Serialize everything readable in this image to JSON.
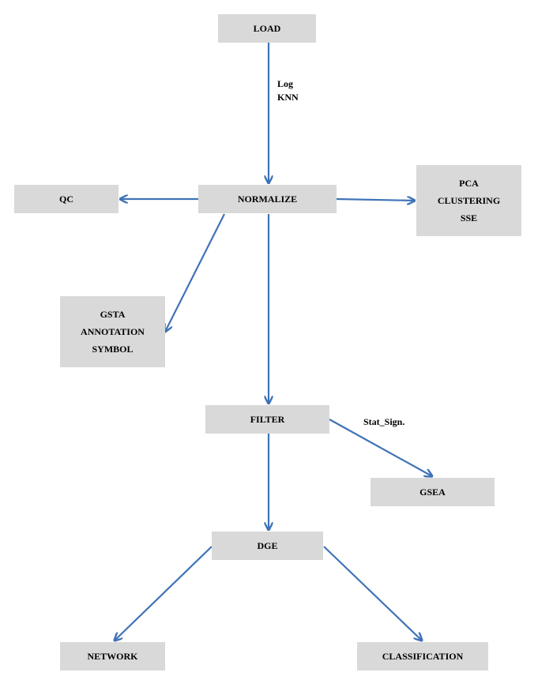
{
  "colors": {
    "box_fill": "#d9d9d9",
    "arrow": "#3f73b8",
    "text": "#000000"
  },
  "nodes": {
    "load": {
      "lines": [
        "LOAD"
      ]
    },
    "qc": {
      "lines": [
        "QC"
      ]
    },
    "normalize": {
      "lines": [
        "NORMALIZE"
      ]
    },
    "pca": {
      "lines": [
        "PCA",
        "CLUSTERING",
        "SSE"
      ]
    },
    "gsta": {
      "lines": [
        "GSTA",
        "ANNOTATION",
        "SYMBOL"
      ]
    },
    "filter": {
      "lines": [
        "FILTER"
      ]
    },
    "gsea": {
      "lines": [
        "GSEA"
      ]
    },
    "dge": {
      "lines": [
        "DGE"
      ]
    },
    "network": {
      "lines": [
        "NETWORK"
      ]
    },
    "classification": {
      "lines": [
        "CLASSIFICATION"
      ]
    }
  },
  "edge_labels": {
    "load_to_normalize": [
      "Log",
      "KNN"
    ],
    "filter_to_gsea": [
      "Stat_Sign."
    ]
  },
  "edges": [
    {
      "from": "load",
      "to": "normalize"
    },
    {
      "from": "normalize",
      "to": "qc"
    },
    {
      "from": "normalize",
      "to": "pca"
    },
    {
      "from": "normalize",
      "to": "gsta"
    },
    {
      "from": "normalize",
      "to": "filter"
    },
    {
      "from": "filter",
      "to": "gsea"
    },
    {
      "from": "filter",
      "to": "dge"
    },
    {
      "from": "dge",
      "to": "network"
    },
    {
      "from": "dge",
      "to": "classification"
    }
  ]
}
